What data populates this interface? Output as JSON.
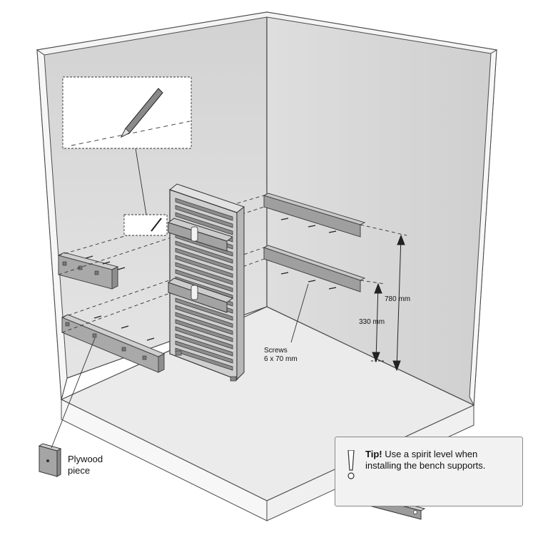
{
  "labels": {
    "dim_780": "780 mm",
    "dim_330": "330 mm",
    "screws_line1": "Screws",
    "screws_line2": "6 x 70 mm",
    "plywood_line1": "Plywood",
    "plywood_line2": "piece"
  },
  "tip": {
    "heading": "Tip!",
    "line1": " Use a spirit level when",
    "line2": "installing the bench supports."
  },
  "colors": {
    "wall": "#d6d6d6",
    "floor": "#ececec",
    "outline": "#4a4a4a",
    "batten": "#9a9a9a",
    "heater_slat": "#8c8c8c"
  }
}
